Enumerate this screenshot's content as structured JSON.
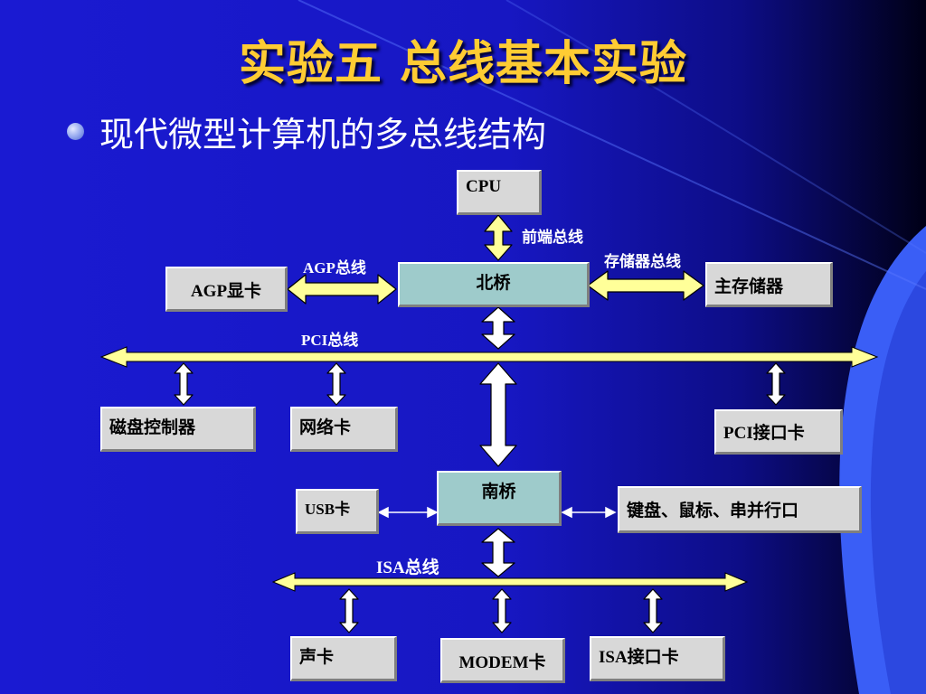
{
  "slide": {
    "title": "实验五 总线基本实验",
    "bullet": "现代微型计算机的多总线结构"
  },
  "diagram": {
    "nodes": {
      "cpu": "CPU",
      "north_bridge": "北桥",
      "agp_card": "AGP显卡",
      "main_memory": "主存储器",
      "disk_controller": "磁盘控制器",
      "network_card": "网络卡",
      "pci_interface_card": "PCI接口卡",
      "south_bridge": "南桥",
      "usb_card": "USB卡",
      "keyboard_mouse_ports": "键盘、鼠标、串并行口",
      "sound_card": "声卡",
      "modem_card": "MODEM卡",
      "isa_interface_card": "ISA接口卡"
    },
    "bus_labels": {
      "front_side_bus": "前端总线",
      "agp_bus": "AGP总线",
      "memory_bus": "存储器总线",
      "pci_bus": "PCI总线",
      "isa_bus": "ISA总线"
    }
  },
  "colors": {
    "title": "#ffcc33",
    "arrow_fill": "#ffff99",
    "node_fill": "#d8d8d8",
    "bridge_fill": "#9ecbcb"
  }
}
